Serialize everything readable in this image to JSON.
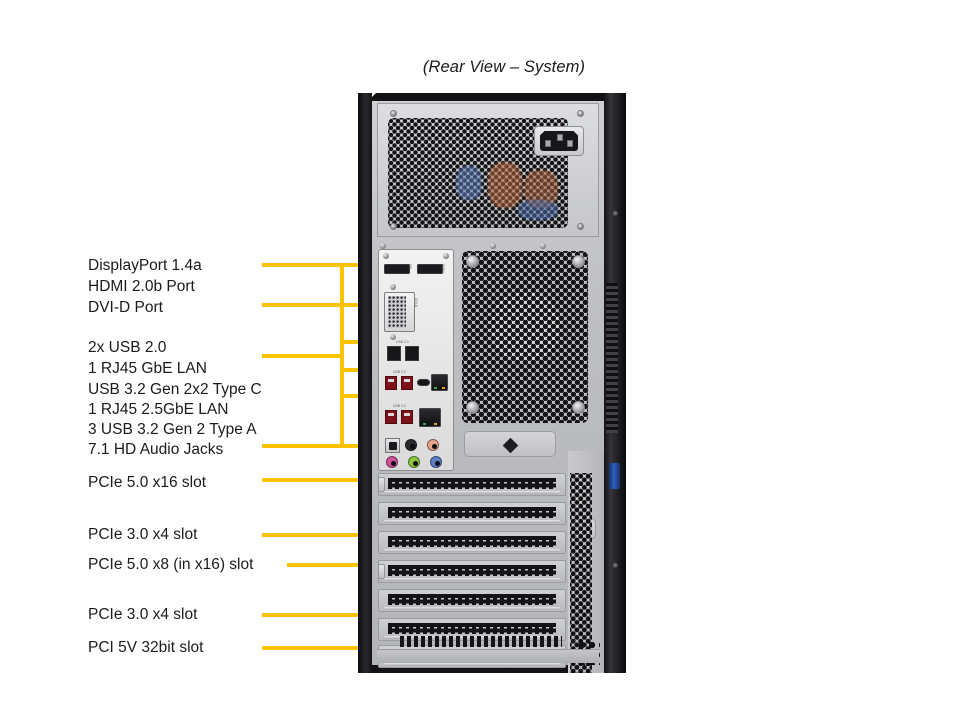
{
  "title": "(Rear View – System)",
  "theme": {
    "leader_color": "#fdc300",
    "label_color": "#1c1c1c",
    "chassis_dark": "#121214",
    "panel_silver": "#c3c4c7",
    "usb3_red": "#7e1218",
    "accent_blue": "#2f5fc0"
  },
  "callouts": {
    "io_group": [
      {
        "label": "DisplayPort 1.4a",
        "name": "callout-displayport"
      },
      {
        "label": "HDMI 2.0b Port",
        "name": "callout-hdmi"
      },
      {
        "label": "DVI-D Port",
        "name": "callout-dvid"
      },
      {
        "label": "2x USB 2.0",
        "name": "callout-usb20"
      },
      {
        "label": "1 RJ45 GbE LAN",
        "name": "callout-rj45-gbe"
      },
      {
        "label": "USB 3.2 Gen 2x2 Type  C",
        "name": "callout-usb32-typec"
      },
      {
        "label": "1 RJ45 2.5GbE LAN",
        "name": "callout-rj45-25gbe"
      },
      {
        "label": "3 USB 3.2 Gen 2 Type A",
        "name": "callout-usb32-typea"
      },
      {
        "label": "7.1 HD Audio Jacks",
        "name": "callout-audio-jacks"
      }
    ],
    "slot_group": [
      {
        "label": "PCIe 5.0 x16 slot",
        "name": "callout-pcie50-x16"
      },
      {
        "label": "PCIe 3.0 x4 slot",
        "name": "callout-pcie30-x4-upper"
      },
      {
        "label": "PCIe 5.0 x8 (in x16) slot",
        "name": "callout-pcie50-x8"
      },
      {
        "label": "PCIe 3.0 x4 slot",
        "name": "callout-pcie30-x4-lower"
      },
      {
        "label": "PCI 5V 32bit slot",
        "name": "callout-pci-5v-32bit"
      }
    ]
  },
  "chassis": {
    "psu": {
      "power_inlet": "iec-c14-power-inlet",
      "grille": "honeycomb-perforated-grille"
    },
    "io_shield": {
      "ports": [
        "displayport-connector",
        "hdmi-connector",
        "dvi-d-connector",
        "usb-2.0-port",
        "usb-2.0-port",
        "rj45-gbe-lan-port",
        "usb-3.2-gen2-type-a-port",
        "usb-3.2-gen2-type-a-port",
        "usb-3.2-gen2x2-type-c-port",
        "usb-3.2-gen2-type-a-port",
        "rj45-2.5gbe-lan-port",
        "optical-spdif-port"
      ],
      "audio_jack_colors": [
        "#2b2b2e",
        "#e8a58c",
        "#d4509a",
        "#8cc63f",
        "#5b7fc4"
      ]
    },
    "fan": "rear-exhaust-fan-grille",
    "expansion_slot_count": 7,
    "side_panel_lock": "chassis-lock"
  }
}
